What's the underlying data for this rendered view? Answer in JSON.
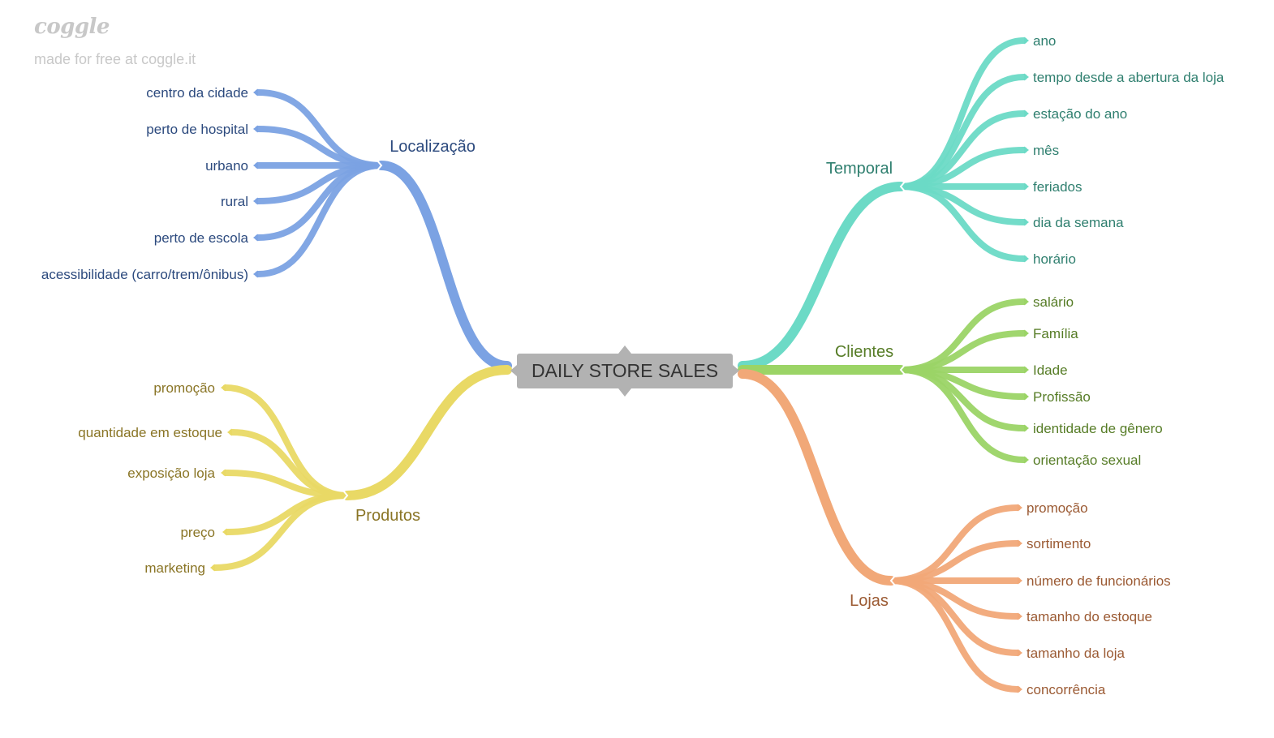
{
  "brand": {
    "logo": "coggle",
    "tagline": "made for free at coggle.it"
  },
  "root": {
    "label": "DAILY STORE SALES"
  },
  "colors": {
    "blue": "#7ba2e3",
    "blue_text": "#2c4a7e",
    "yellow": "#e9d965",
    "yellow_text": "#8a7526",
    "teal": "#6cdac6",
    "teal_text": "#2f7f6f",
    "green": "#9bd466",
    "green_text": "#567c26",
    "orange": "#f1a878",
    "orange_text": "#9b5a33",
    "root_bg": "#b2b2b2"
  },
  "branches": [
    {
      "label": "Localização",
      "children": [
        "centro da cidade",
        "perto de hospital",
        "urbano",
        "rural",
        "perto de escola",
        "acessibilidade (carro/trem/ônibus)"
      ]
    },
    {
      "label": "Produtos",
      "children": [
        "promoção",
        "quantidade em estoque",
        "exposição loja",
        "preço",
        "marketing"
      ]
    },
    {
      "label": "Temporal",
      "children": [
        "ano",
        "tempo desde a abertura da loja",
        "estação do ano",
        "mês",
        "feriados",
        "dia da semana",
        "horário"
      ]
    },
    {
      "label": "Clientes",
      "children": [
        "salário",
        "Família",
        "Idade",
        "Profissão",
        "identidade de gênero",
        "orientação sexual"
      ]
    },
    {
      "label": "Lojas",
      "children": [
        "promoção",
        "sortimento",
        "número de funcionários",
        "tamanho do estoque",
        "tamanho da loja",
        "concorrência"
      ]
    }
  ]
}
